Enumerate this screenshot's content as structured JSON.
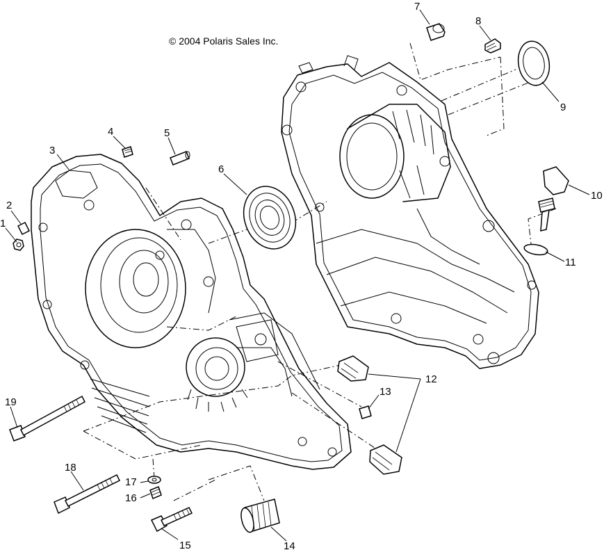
{
  "copyright": "© 2004 Polaris Sales Inc.",
  "callouts": {
    "c1": "1",
    "c2": "2",
    "c3": "3",
    "c4": "4",
    "c5": "5",
    "c6": "6",
    "c7": "7",
    "c8": "8",
    "c9": "9",
    "c10": "10",
    "c11": "11",
    "c12": "12",
    "c13": "13",
    "c14": "14",
    "c15": "15",
    "c16": "16",
    "c17": "17",
    "c18": "18",
    "c19": "19"
  }
}
